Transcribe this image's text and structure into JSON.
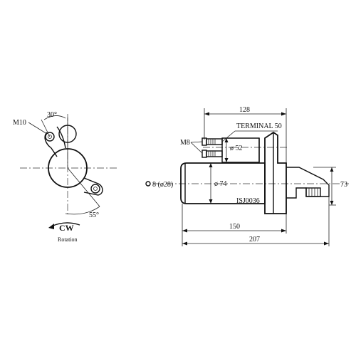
{
  "left_view": {
    "thread_label": "M10",
    "angle_top": "30°",
    "angle_bottom": "55°",
    "rotation_direction": "CW",
    "rotation_caption": "Rotation"
  },
  "right_view": {
    "dim_overall_mount": "128",
    "terminal_label": "TERMINAL 50",
    "thread_label": "M8",
    "dia_52": "ø 52",
    "dia_74": "ø 74",
    "pilot_diameter": "8 (ø28)",
    "part_number": "ISJ0036",
    "dim_body_length": "150",
    "dim_overall_length": "207",
    "dim_height": "73"
  }
}
